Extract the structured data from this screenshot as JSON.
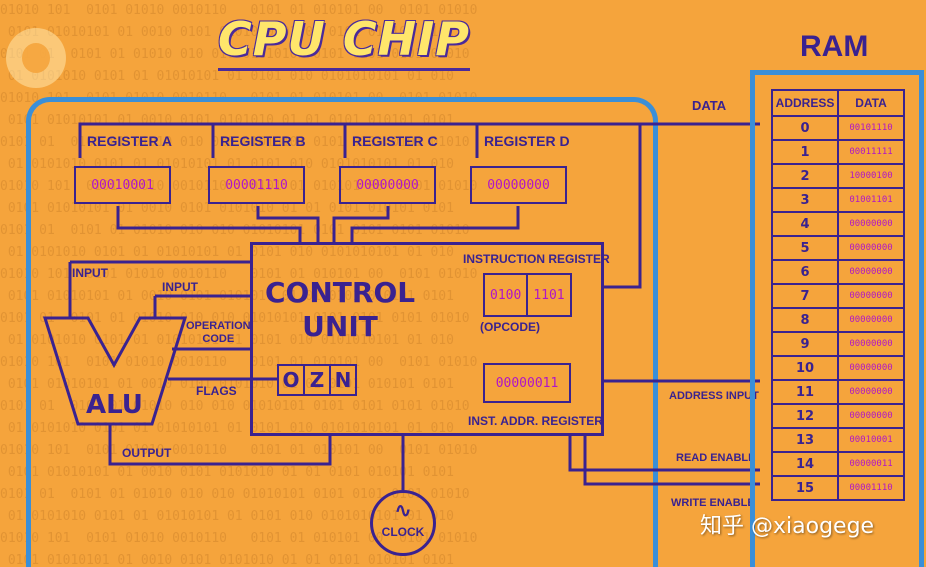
{
  "title": "CPU CHIP",
  "ram_title": "RAM",
  "colors": {
    "background": "#f5a43c",
    "ink": "#3a2290",
    "value": "#b016c8",
    "border_blue": "#3a8fd8",
    "title_yellow": "#ffe66b"
  },
  "registers": [
    {
      "label": "REGISTER A",
      "value": "00010001"
    },
    {
      "label": "REGISTER B",
      "value": "00001110"
    },
    {
      "label": "REGISTER C",
      "value": "00000000"
    },
    {
      "label": "REGISTER D",
      "value": "00000000"
    }
  ],
  "control_unit": {
    "title_line1": "CONTROL",
    "title_line2": "UNIT"
  },
  "instruction_register": {
    "label": "INSTRUCTION REGISTER",
    "opcode": "0100",
    "address": "1101",
    "opcode_label": "(OPCODE)"
  },
  "inst_addr_register": {
    "label": "INST. ADDR. REGISTER",
    "value": "00000011"
  },
  "flags": {
    "label": "FLAGS",
    "bits": [
      "O",
      "Z",
      "N"
    ]
  },
  "alu": {
    "label": "ALU",
    "input1": "INPUT",
    "input2": "INPUT",
    "operation_code_line1": "OPERATION",
    "operation_code_line2": "CODE",
    "output": "OUTPUT"
  },
  "clock": {
    "label": "CLOCK",
    "symbol": "∿"
  },
  "buses": {
    "data": "DATA",
    "address_input": "ADDRESS INPUT",
    "read_enable": "READ ENABLE",
    "write_enable": "WRITE ENABLE"
  },
  "ram": {
    "headers": [
      "ADDRESS",
      "DATA"
    ],
    "rows": [
      {
        "address": "0",
        "data": "00101110"
      },
      {
        "address": "1",
        "data": "00011111"
      },
      {
        "address": "2",
        "data": "10000100"
      },
      {
        "address": "3",
        "data": "01001101"
      },
      {
        "address": "4",
        "data": "00000000"
      },
      {
        "address": "5",
        "data": "00000000"
      },
      {
        "address": "6",
        "data": "00000000"
      },
      {
        "address": "7",
        "data": "00000000"
      },
      {
        "address": "8",
        "data": "00000000"
      },
      {
        "address": "9",
        "data": "00000000"
      },
      {
        "address": "10",
        "data": "00000000"
      },
      {
        "address": "11",
        "data": "00000000"
      },
      {
        "address": "12",
        "data": "00000000"
      },
      {
        "address": "13",
        "data": "00010001"
      },
      {
        "address": "14",
        "data": "00000011"
      },
      {
        "address": "15",
        "data": "00001110"
      }
    ]
  },
  "watermark": "知乎 @xiaogege"
}
